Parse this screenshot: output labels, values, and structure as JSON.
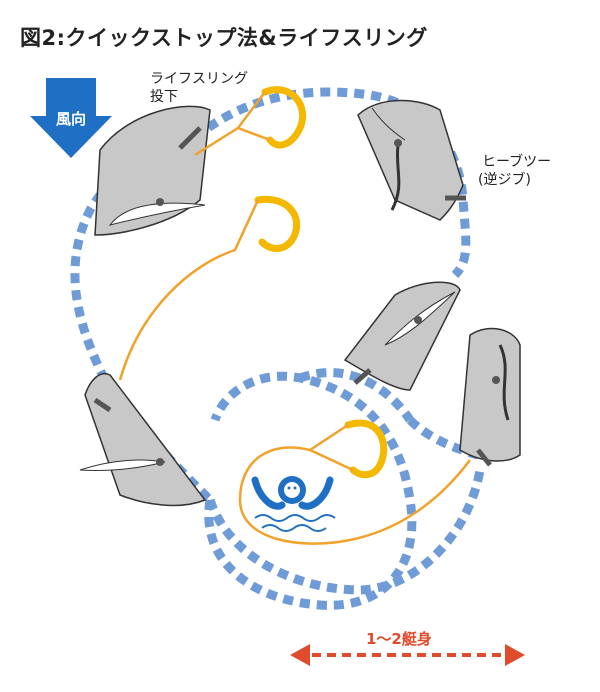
{
  "title": "図2:クイックストップ法&ライフスリング",
  "wind_label": "風向",
  "lifesling_drop_label_line1": "ライフスリング",
  "lifesling_drop_label_line2": "投下",
  "heave_to_label_line1": "ヒーブツー",
  "heave_to_label_line2": "(逆ジブ)",
  "distance_label": "1〜2艇身",
  "colors": {
    "path_dots": "#6f9bd6",
    "hull": "#c8c8c8",
    "line": "#f0a22a",
    "sling": "#f5b800",
    "wind_arrow": "#1f6fc4",
    "distance_arrow": "#e04b2c",
    "person": "#1f6fc4"
  }
}
